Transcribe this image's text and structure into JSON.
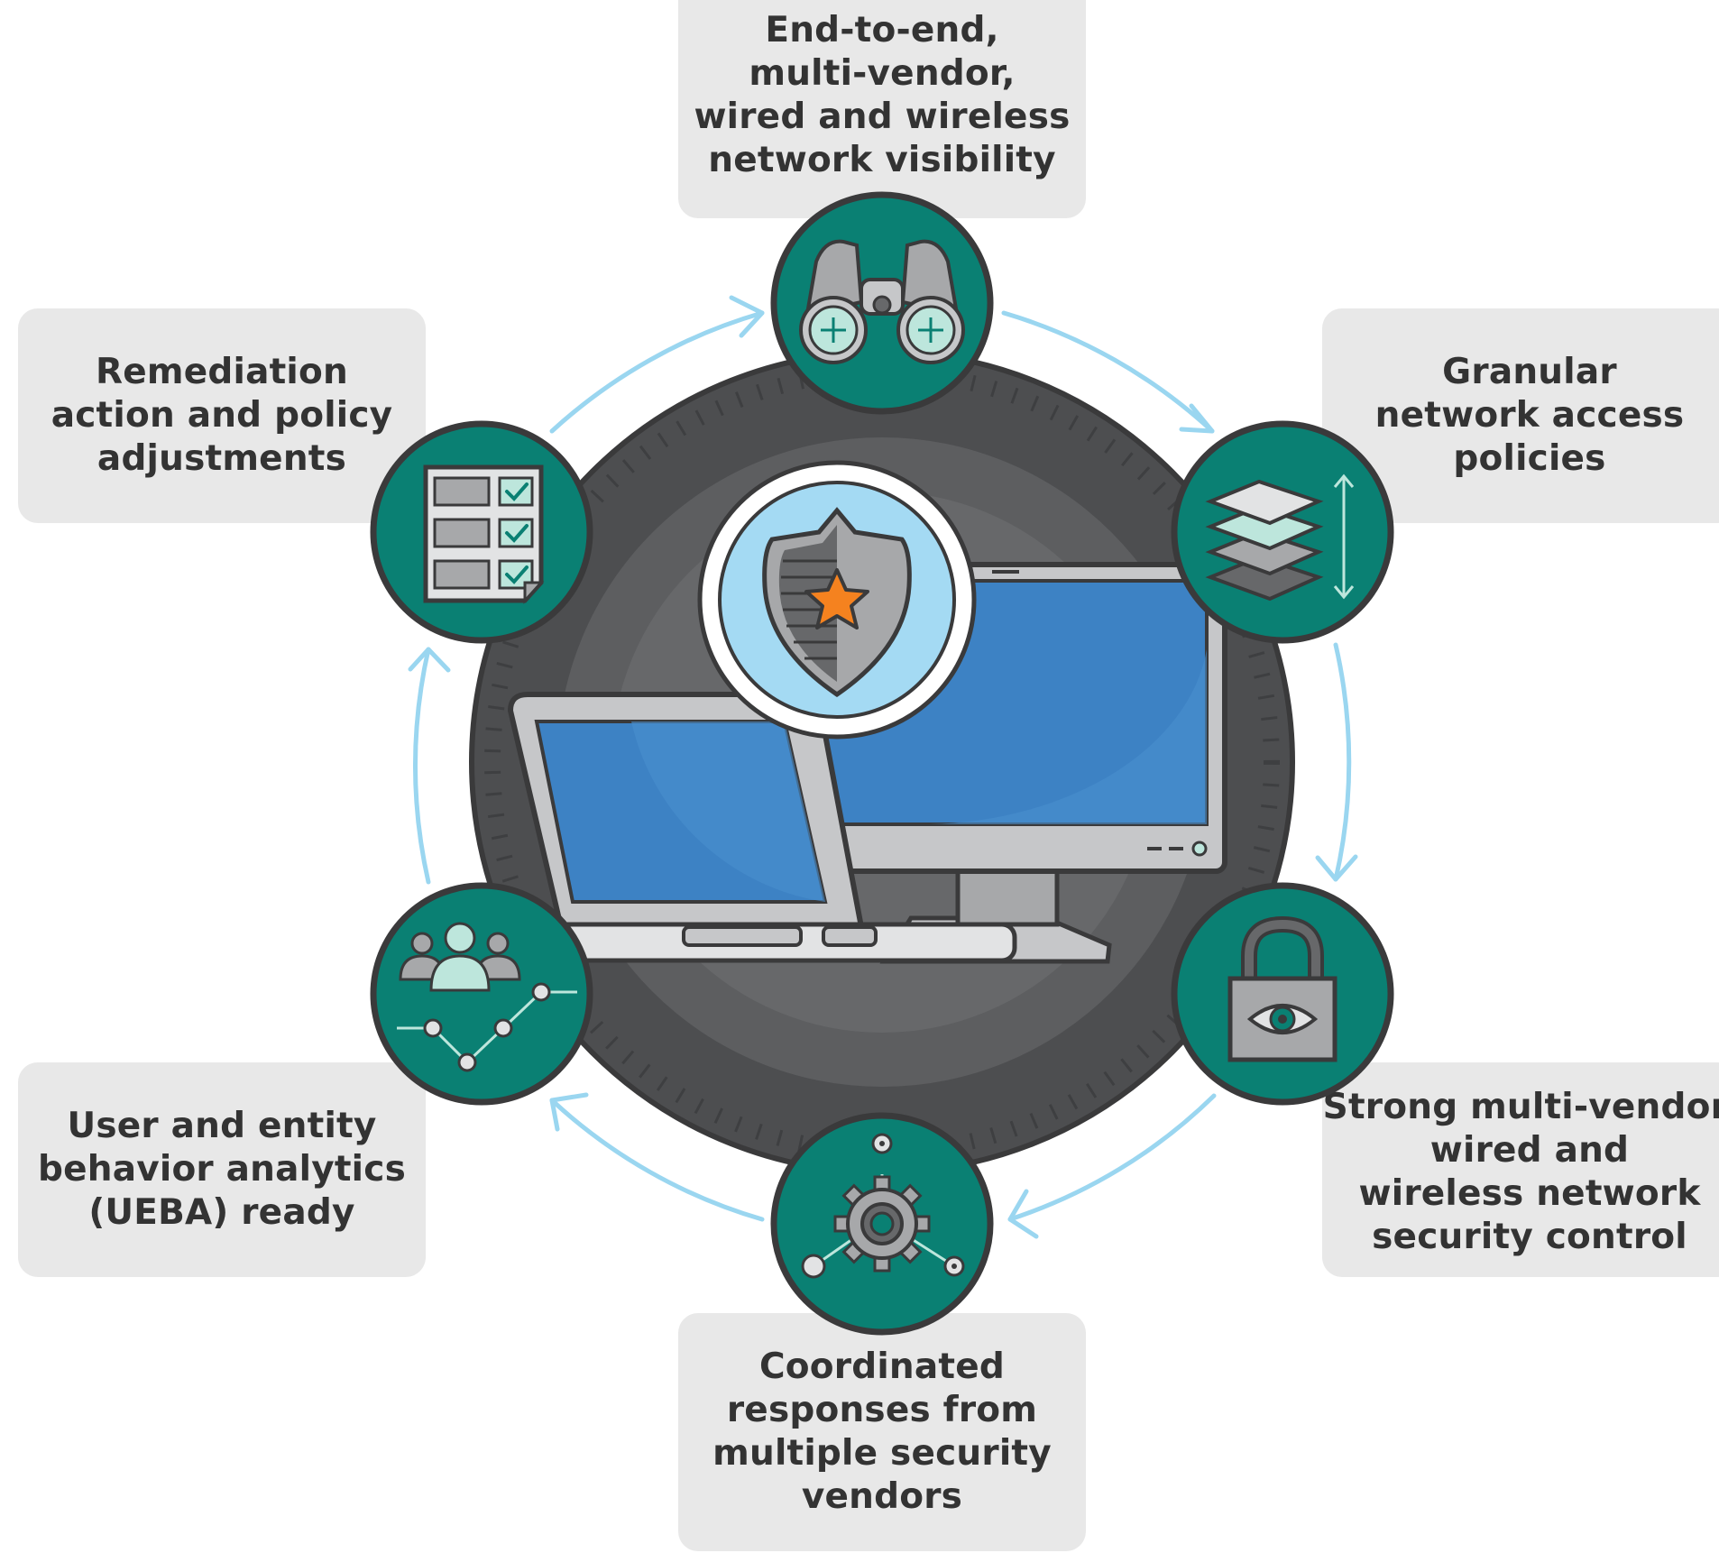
{
  "colors": {
    "card_bg": "#e8e8e8",
    "text": "#333333",
    "teal": "#0a8073",
    "dark_ring": "#4d4e50",
    "cycle_arrow": "#9ad6f0",
    "screen_blue": "#3d82c4",
    "shield_bg": "#a4daf3",
    "star": "#f5821f",
    "mint": "#bde6dc"
  },
  "cards": {
    "top": {
      "text": "End-to-end,\nmulti-vendor,\nwired and wireless\nnetwork visibility"
    },
    "top_right": {
      "text": "Granular\nnetwork access\npolicies"
    },
    "bottom_right": {
      "text": "Strong multi-vendor,\nwired and\nwireless network\nsecurity control"
    },
    "bottom": {
      "text": "Coordinated\nresponses from\nmultiple security\nvendors"
    },
    "bottom_left": {
      "text": "User and entity\nbehavior analytics\n(UEBA) ready"
    },
    "top_left": {
      "text": "Remediation\naction and policy\nadjustments"
    }
  },
  "icons": {
    "visibility": "binoculars-icon",
    "policies": "layers-icon",
    "security_control": "padlock-eye-icon",
    "responses": "gear-network-icon",
    "ueba": "users-analytics-icon",
    "remediation": "checklist-icon",
    "center": "shield-star-icon"
  }
}
